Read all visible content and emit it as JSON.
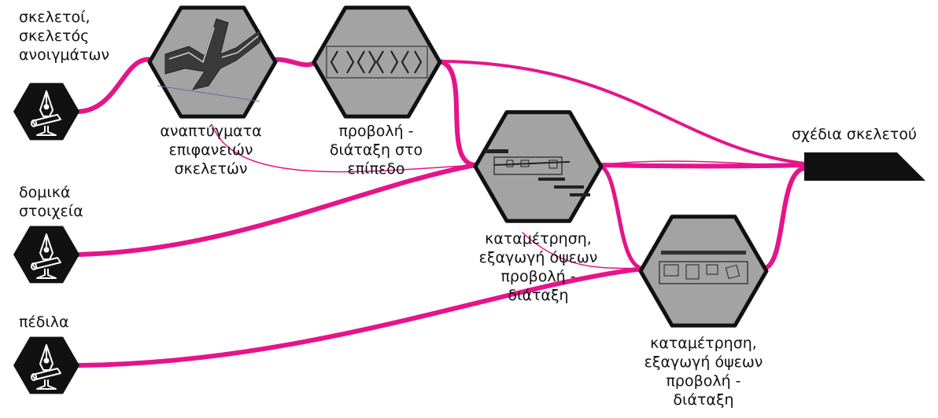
{
  "colors": {
    "wire": "#e5148a",
    "hex_border": "#111111",
    "hex_fill": "#a3a3a3",
    "ink": "#111111"
  },
  "inputs": [
    {
      "label": [
        "σκελετοί,",
        "σκελετός",
        "ανοιγμάτων"
      ],
      "icon": "fountain-pen-nib-icon"
    },
    {
      "label": [
        "δομικά",
        "στοιχεία"
      ],
      "icon": "fountain-pen-nib-icon"
    },
    {
      "label": [
        "πέδιλα"
      ],
      "icon": "fountain-pen-nib-icon"
    }
  ],
  "nodes": [
    {
      "label": [
        "αναπτύγματα",
        "επιφανειών",
        "σκελετών"
      ]
    },
    {
      "label": [
        "προβολή -",
        "διάταξη στο",
        "επίπεδο"
      ]
    },
    {
      "label": [
        "καταμέτρηση,",
        "εξαγωγή όψεων",
        "προβολή -",
        "διάταξη"
      ]
    },
    {
      "label": [
        "καταμέτρηση,",
        "εξαγωγή όψεων",
        "προβολή -",
        "διάταξη"
      ]
    }
  ],
  "output": {
    "label": "σχέδια σκελετού"
  }
}
